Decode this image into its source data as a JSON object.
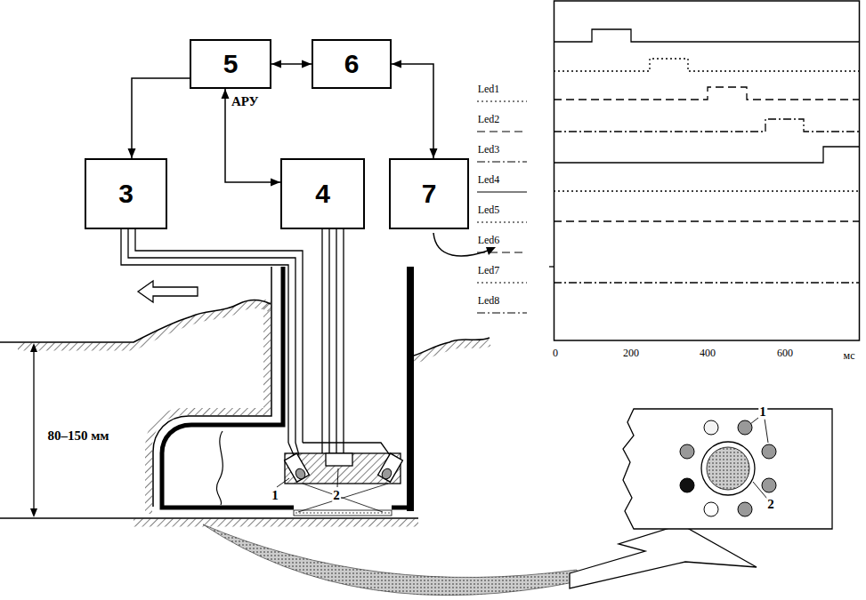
{
  "diagram": {
    "nodes": [
      {
        "text": [
          "5"
        ]
      },
      {
        "text": [
          "6"
        ]
      },
      {
        "text": [
          "3"
        ]
      },
      {
        "text": [
          "4"
        ]
      },
      {
        "text": [
          "7"
        ]
      }
    ],
    "edges": [
      {
        "from": 0,
        "to": 2,
        "arrow": "to"
      },
      {
        "from": 0,
        "to": 1,
        "arrow": "both"
      },
      {
        "from": 0,
        "to": 3,
        "label": "АРУ",
        "arrow": "both"
      },
      {
        "from": 1,
        "to": 4,
        "arrow": "both"
      }
    ],
    "labels": [
      "Led1",
      "Led2",
      "Led3",
      "Led4",
      "Led5",
      "Led6",
      "Led7",
      "Led8",
      "0",
      "200",
      "400",
      "600",
      "мс",
      "80–150 мм",
      "1",
      "2",
      "1",
      "2"
    ]
  }
}
